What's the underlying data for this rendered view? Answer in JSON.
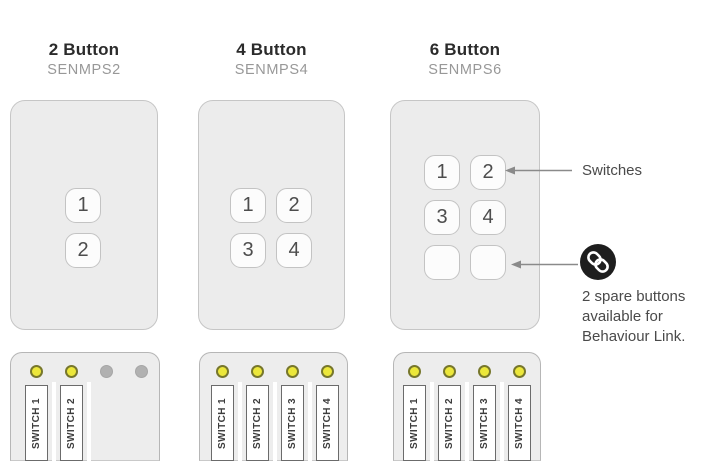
{
  "panels": [
    {
      "title": "2 Button",
      "model": "SENMPS2",
      "buttons": [
        "1",
        "2"
      ],
      "switch_labels": [
        "SWITCH 1",
        "SWITCH 2"
      ],
      "leds": [
        "on",
        "on",
        "off",
        "off"
      ]
    },
    {
      "title": "4 Button",
      "model": "SENMPS4",
      "buttons": [
        "1",
        "2",
        "3",
        "4"
      ],
      "switch_labels": [
        "SWITCH 1",
        "SWITCH 2",
        "SWITCH 3",
        "SWITCH 4"
      ],
      "leds": [
        "on",
        "on",
        "on",
        "on"
      ]
    },
    {
      "title": "6 Button",
      "model": "SENMPS6",
      "buttons": [
        "1",
        "2",
        "3",
        "4",
        "",
        ""
      ],
      "switch_labels": [
        "SWITCH 1",
        "SWITCH 2",
        "SWITCH 3",
        "SWITCH 4"
      ],
      "leds": [
        "on",
        "on",
        "on",
        "on"
      ]
    }
  ],
  "annotations": {
    "switches": "Switches",
    "spare_note": "2 spare buttons available for Behaviour Link.",
    "link_icon": "chain-link-icon"
  },
  "colors": {
    "led_on": "#ece73b",
    "led_off": "#b1b1b1",
    "plate_fill": "#ececec",
    "link_badge": "#1e1e1e",
    "arrow": "#8a8a8a"
  }
}
